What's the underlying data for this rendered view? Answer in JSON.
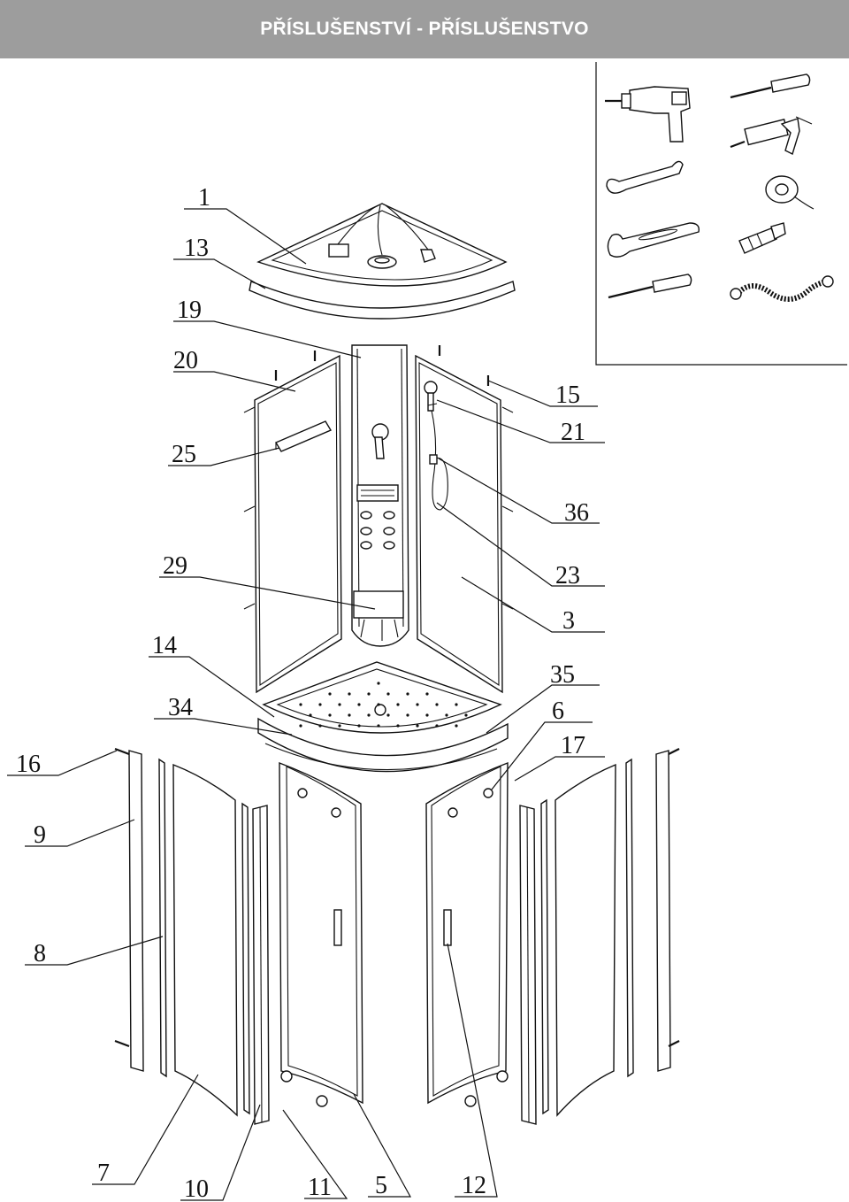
{
  "header": {
    "title": "PŘÍSLUŠENSTVÍ - PŘÍSLUŠENSTVO"
  },
  "part_numbers": {
    "p1": "1",
    "p13": "13",
    "p19": "19",
    "p20": "20",
    "p25": "25",
    "p29": "29",
    "p14": "14",
    "p34": "34",
    "p16": "16",
    "p9": "9",
    "p8": "8",
    "p7": "7",
    "p10": "10",
    "p11": "11",
    "p5": "5",
    "p12": "12",
    "p15": "15",
    "p21": "21",
    "p36": "36",
    "p23": "23",
    "p3": "3",
    "p35": "35",
    "p6": "6",
    "p17": "17"
  },
  "tools": [
    "drill-icon",
    "screwdriver-icon",
    "wrench-icon",
    "silicone-gun-icon",
    "adjustable-wrench-icon",
    "teflon-tape-icon",
    "phillips-screwdriver-icon",
    "hose-adapter-icon",
    "braided-hose-icon"
  ],
  "colors": {
    "header_bg": "#9d9d9d",
    "header_text": "#ffffff",
    "line": "#111111"
  }
}
